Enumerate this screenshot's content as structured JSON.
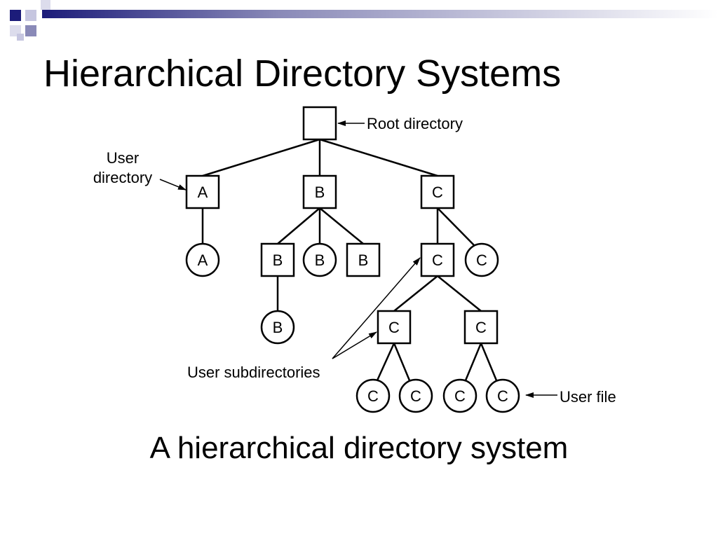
{
  "slide": {
    "title": "Hierarchical Directory Systems",
    "caption": "A hierarchical directory system",
    "accent_color": "#1c1c7a",
    "accent_gradient_end": "#ffffff"
  },
  "diagram": {
    "labels": {
      "root": "Root directory",
      "user_directory_line1": "User",
      "user_directory_line2": "directory",
      "user_subdirectories": "User subdirectories",
      "user_file": "User file"
    },
    "nodes": {
      "root": "",
      "dir_a": "A",
      "dir_b": "B",
      "dir_c": "C",
      "file_a": "A",
      "subdir_b": "B",
      "file_b1": "B",
      "subdir_b2": "B",
      "file_b_under": "B",
      "subdir_c": "C",
      "file_c1": "C",
      "subdir_c_left": "C",
      "subdir_c_right": "C",
      "file_c_ll": "C",
      "file_c_lr": "C",
      "file_c_rl": "C",
      "file_c_rr": "C"
    }
  }
}
